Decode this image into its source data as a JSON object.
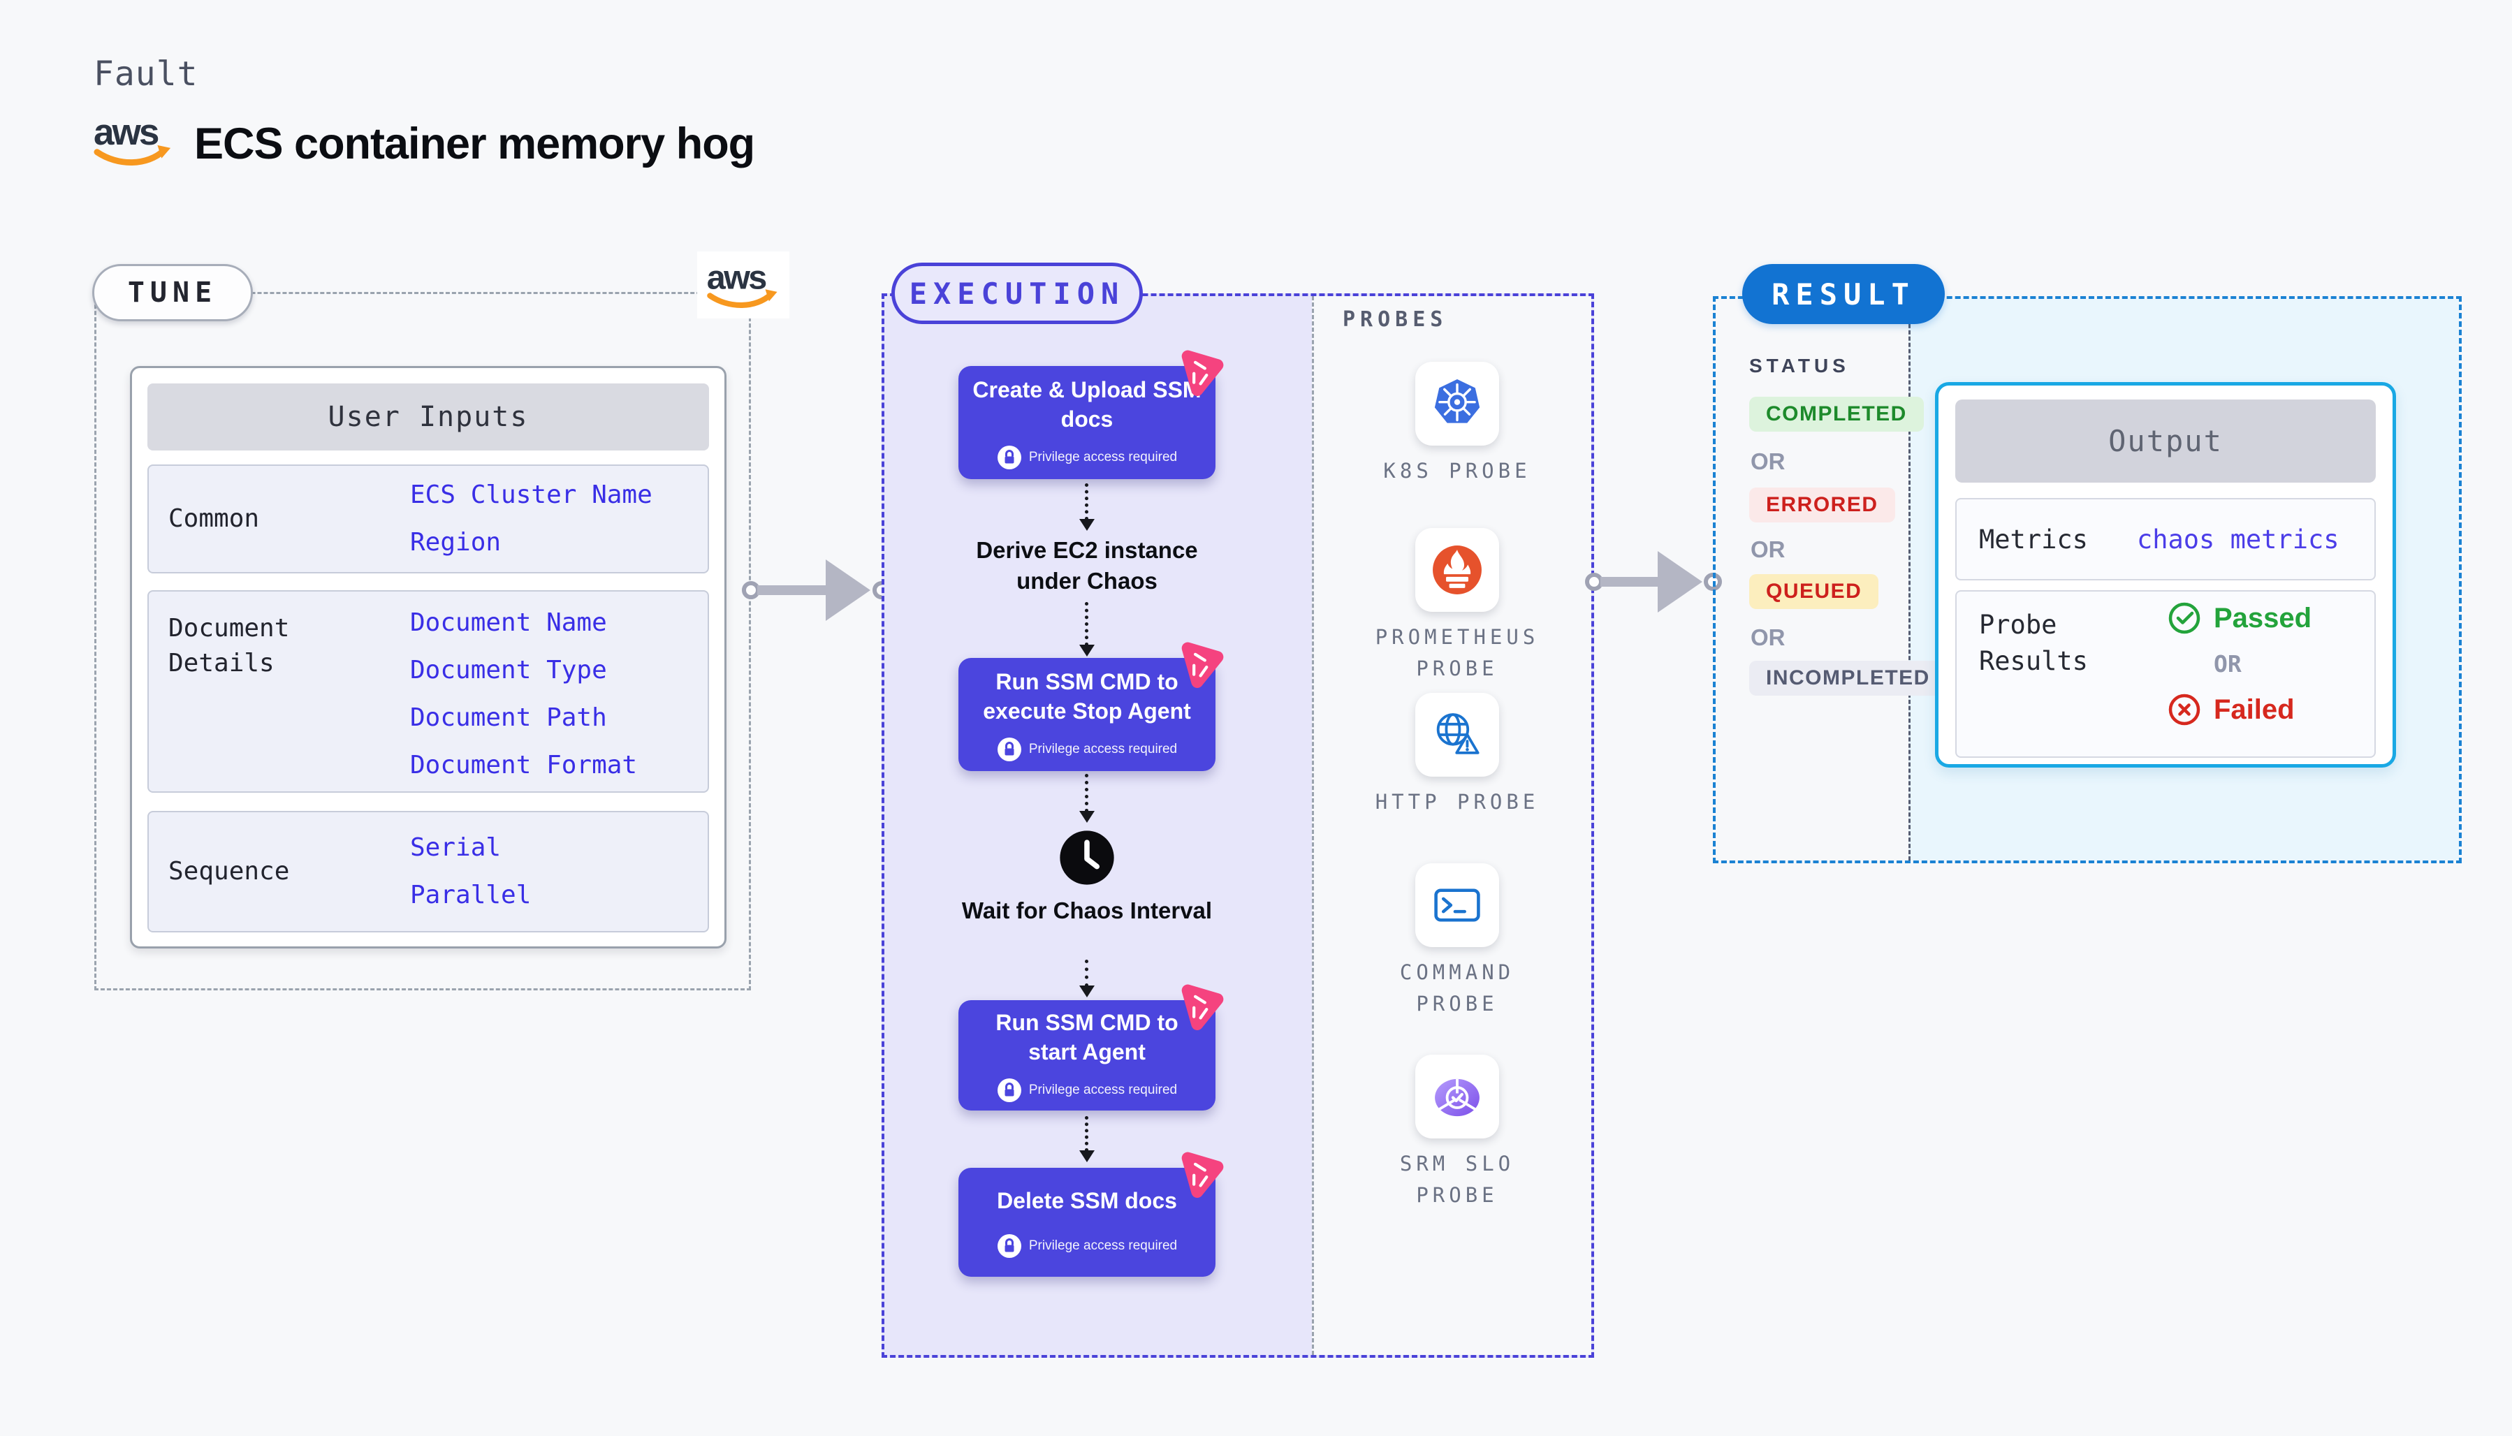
{
  "header": {
    "kicker": "Fault",
    "title": "ECS container memory hog",
    "logo": "aws-logo"
  },
  "tune": {
    "label": "TUNE",
    "card_title": "User Inputs",
    "groups": [
      {
        "label": "Common",
        "values": [
          "ECS Cluster Name",
          "Region"
        ]
      },
      {
        "label": "Document Details",
        "values": [
          "Document Name",
          "Document Type",
          "Document Path",
          "Document Format"
        ]
      },
      {
        "label": "Sequence",
        "values": [
          "Serial",
          "Parallel"
        ]
      }
    ]
  },
  "execution": {
    "label": "EXECUTION",
    "privilege_note": "Privilege access required",
    "steps": [
      {
        "type": "action",
        "label": "Create & Upload SSM docs"
      },
      {
        "type": "text",
        "label": "Derive EC2 instance under Chaos"
      },
      {
        "type": "action",
        "label": "Run SSM CMD to execute Stop Agent"
      },
      {
        "type": "wait",
        "label": "Wait for Chaos Interval"
      },
      {
        "type": "action",
        "label": "Run SSM CMD to start Agent"
      },
      {
        "type": "action",
        "label": "Delete SSM docs"
      }
    ]
  },
  "probes": {
    "label": "PROBES",
    "items": [
      {
        "name": "K8S PROBE",
        "icon": "kubernetes-icon"
      },
      {
        "name": "PROMETHEUS PROBE",
        "icon": "prometheus-icon"
      },
      {
        "name": "HTTP PROBE",
        "icon": "http-globe-icon"
      },
      {
        "name": "COMMAND PROBE",
        "icon": "terminal-icon"
      },
      {
        "name": "SRM SLO PROBE",
        "icon": "srm-slo-icon"
      }
    ]
  },
  "result": {
    "label": "RESULT",
    "status_label": "STATUS",
    "or_label": "OR",
    "statuses": [
      {
        "label": "COMPLETED",
        "bg": "#ddf3dd",
        "color": "#1d8a2b"
      },
      {
        "label": "ERRORED",
        "bg": "#fbe9e9",
        "color": "#cd201d"
      },
      {
        "label": "QUEUED",
        "bg": "#fceebe",
        "color": "#cd201d"
      },
      {
        "label": "INCOMPLETED",
        "bg": "#ebecf3",
        "color": "#555b72"
      }
    ],
    "output": {
      "title": "Output",
      "metrics_label": "Metrics",
      "metrics_value": "chaos metrics",
      "probe_results_label": "Probe Results",
      "passed_label": "Passed",
      "failed_label": "Failed"
    }
  },
  "colors": {
    "page_bg": "#f7f8fa",
    "execution_accent": "#4a42d8",
    "execution_panel": "#e7e6fa",
    "node_bg": "#4b45de",
    "chaos_icon_pink": "#f5437f",
    "result_accent": "#1b82d3",
    "result_pill": "#1273d2",
    "result_panel": "#e9f6fd",
    "output_border": "#19a8e4",
    "link_blue": "#392ee6",
    "passed_green": "#23a33b",
    "failed_red": "#d6281e",
    "aws_orange": "#f7981f",
    "kubernetes_blue": "#3b6ee0",
    "prometheus_orange": "#e6522c",
    "probe_icon_blue": "#1a73cf",
    "srm_purple": "#8b5cf6"
  }
}
